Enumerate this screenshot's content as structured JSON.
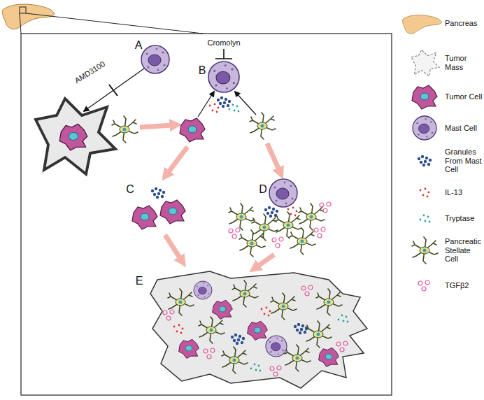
{
  "diagram": {
    "labels": [
      "A",
      "B",
      "C",
      "D",
      "E",
      "AMD3100",
      "Cromolyn"
    ],
    "legend": [
      {
        "text": "Pancreas"
      },
      {
        "text": "Tumor Mass"
      },
      {
        "text": "Tumor Cell"
      },
      {
        "text": "Mast Cell"
      },
      {
        "text": "Granules From Mast Cell"
      },
      {
        "text": "IL-13"
      },
      {
        "text": "Tryptase"
      },
      {
        "text": "Pancreatic Stellate Cell"
      },
      {
        "text": "TGFβ2"
      }
    ]
  }
}
